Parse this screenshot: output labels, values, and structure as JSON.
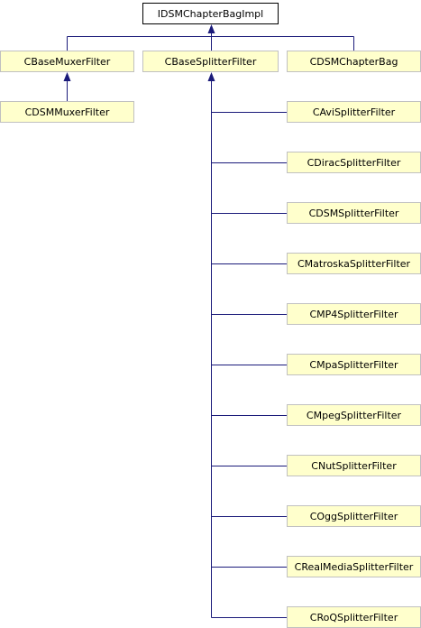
{
  "colors": {
    "edge": "#1b1b7a",
    "node_fill": "#ffffcc",
    "node_border": "#c0c0c0",
    "root_fill": "#ffffff",
    "root_border": "#000000"
  },
  "root": {
    "name": "IDSMChapterBagImpl"
  },
  "level1": [
    {
      "name": "CBaseMuxerFilter"
    },
    {
      "name": "CBaseSplitterFilter"
    },
    {
      "name": "CDSMChapterBag"
    }
  ],
  "muxer_children": [
    {
      "name": "CDSMMuxerFilter"
    }
  ],
  "splitter_children": [
    {
      "name": "CAviSplitterFilter"
    },
    {
      "name": "CDiracSplitterFilter"
    },
    {
      "name": "CDSMSplitterFilter"
    },
    {
      "name": "CMatroskaSplitterFilter"
    },
    {
      "name": "CMP4SplitterFilter"
    },
    {
      "name": "CMpaSplitterFilter"
    },
    {
      "name": "CMpegSplitterFilter"
    },
    {
      "name": "CNutSplitterFilter"
    },
    {
      "name": "COggSplitterFilter"
    },
    {
      "name": "CRealMediaSplitterFilter"
    },
    {
      "name": "CRoQSplitterFilter"
    }
  ]
}
